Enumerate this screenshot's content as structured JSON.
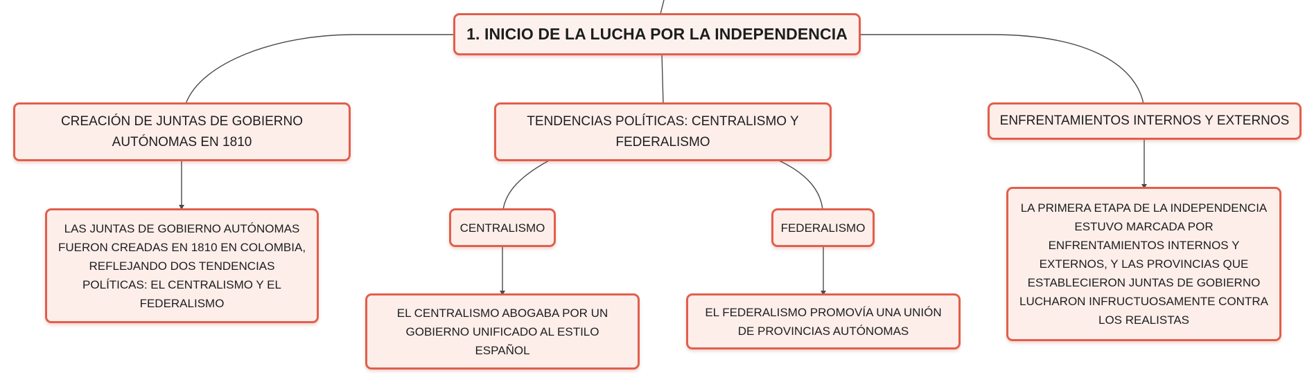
{
  "colors": {
    "node_border": "#e25e4c",
    "node_fill": "#fdeeea",
    "connector": "#4a4a4a"
  },
  "root": {
    "label": "1. INICIO DE LA LUCHA POR LA INDEPENDENCIA"
  },
  "branches": {
    "juntas": {
      "label": "CREACIÓN DE JUNTAS DE GOBIERNO AUTÓNOMAS EN 1810",
      "detail": "LAS JUNTAS DE GOBIERNO AUTÓNOMAS FUERON CREADAS EN 1810 EN COLOMBIA, REFLEJANDO DOS TENDENCIAS POLÍTICAS: EL CENTRALISMO Y EL FEDERALISMO"
    },
    "tendencias": {
      "label": "TENDENCIAS POLÍTICAS: CENTRALISMO Y FEDERALISMO",
      "centralismo": {
        "label": "CENTRALISMO",
        "detail": "EL CENTRALISMO ABOGABA POR UN GOBIERNO UNIFICADO AL ESTILO ESPAÑOL"
      },
      "federalismo": {
        "label": "FEDERALISMO",
        "detail": "EL FEDERALISMO PROMOVÍA UNA UNIÓN DE PROVINCIAS AUTÓNOMAS"
      }
    },
    "enfrentamientos": {
      "label": "ENFRENTAMIENTOS INTERNOS Y EXTERNOS",
      "detail": "LA PRIMERA ETAPA DE LA INDEPENDENCIA ESTUVO MARCADA POR ENFRENTAMIENTOS INTERNOS Y EXTERNOS, Y LAS PROVINCIAS QUE ESTABLECIERON JUNTAS DE GOBIERNO LUCHARON INFRUCTUOSAMENTE CONTRA LOS REALISTAS"
    }
  }
}
